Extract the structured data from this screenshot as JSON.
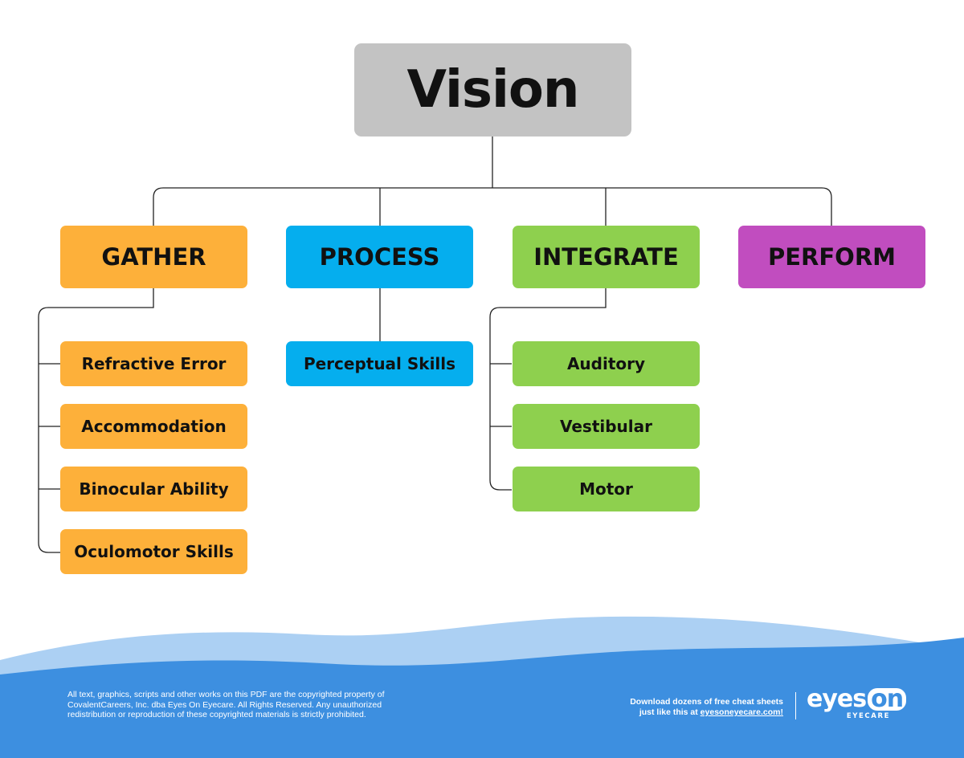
{
  "colors": {
    "gather": "#fdb03a",
    "process": "#05aeee",
    "integrate": "#8ed04e",
    "perform": "#c14dbf",
    "root": "#c3c3c3",
    "wave_light": "#acd0f3",
    "wave_dark": "#3d8fe0",
    "connector": "#222222"
  },
  "root": {
    "label": "Vision"
  },
  "categories": [
    {
      "label": "GATHER",
      "children": [
        "Refractive Error",
        "Accommodation",
        "Binocular Ability",
        "Oculomotor Skills"
      ]
    },
    {
      "label": "PROCESS",
      "children": [
        "Perceptual Skills"
      ]
    },
    {
      "label": "INTEGRATE",
      "children": [
        "Auditory",
        "Vestibular",
        "Motor"
      ]
    },
    {
      "label": "PERFORM",
      "children": []
    }
  ],
  "footer": {
    "copyright": "All text, graphics, scripts and other works on this PDF are the copyrighted property of CovalentCareers, Inc. dba Eyes On Eyecare. All Rights Reserved. Any unauthorized redistribution or reproduction of these copyrighted materials is strictly prohibited.",
    "download_line1": "Download dozens of free cheat sheets",
    "download_line2_prefix": "just like this at ",
    "download_link": "eyesoneyecare.com!",
    "logo_word1": "eyes",
    "logo_word2": "on",
    "logo_sub": "EYECARE"
  }
}
